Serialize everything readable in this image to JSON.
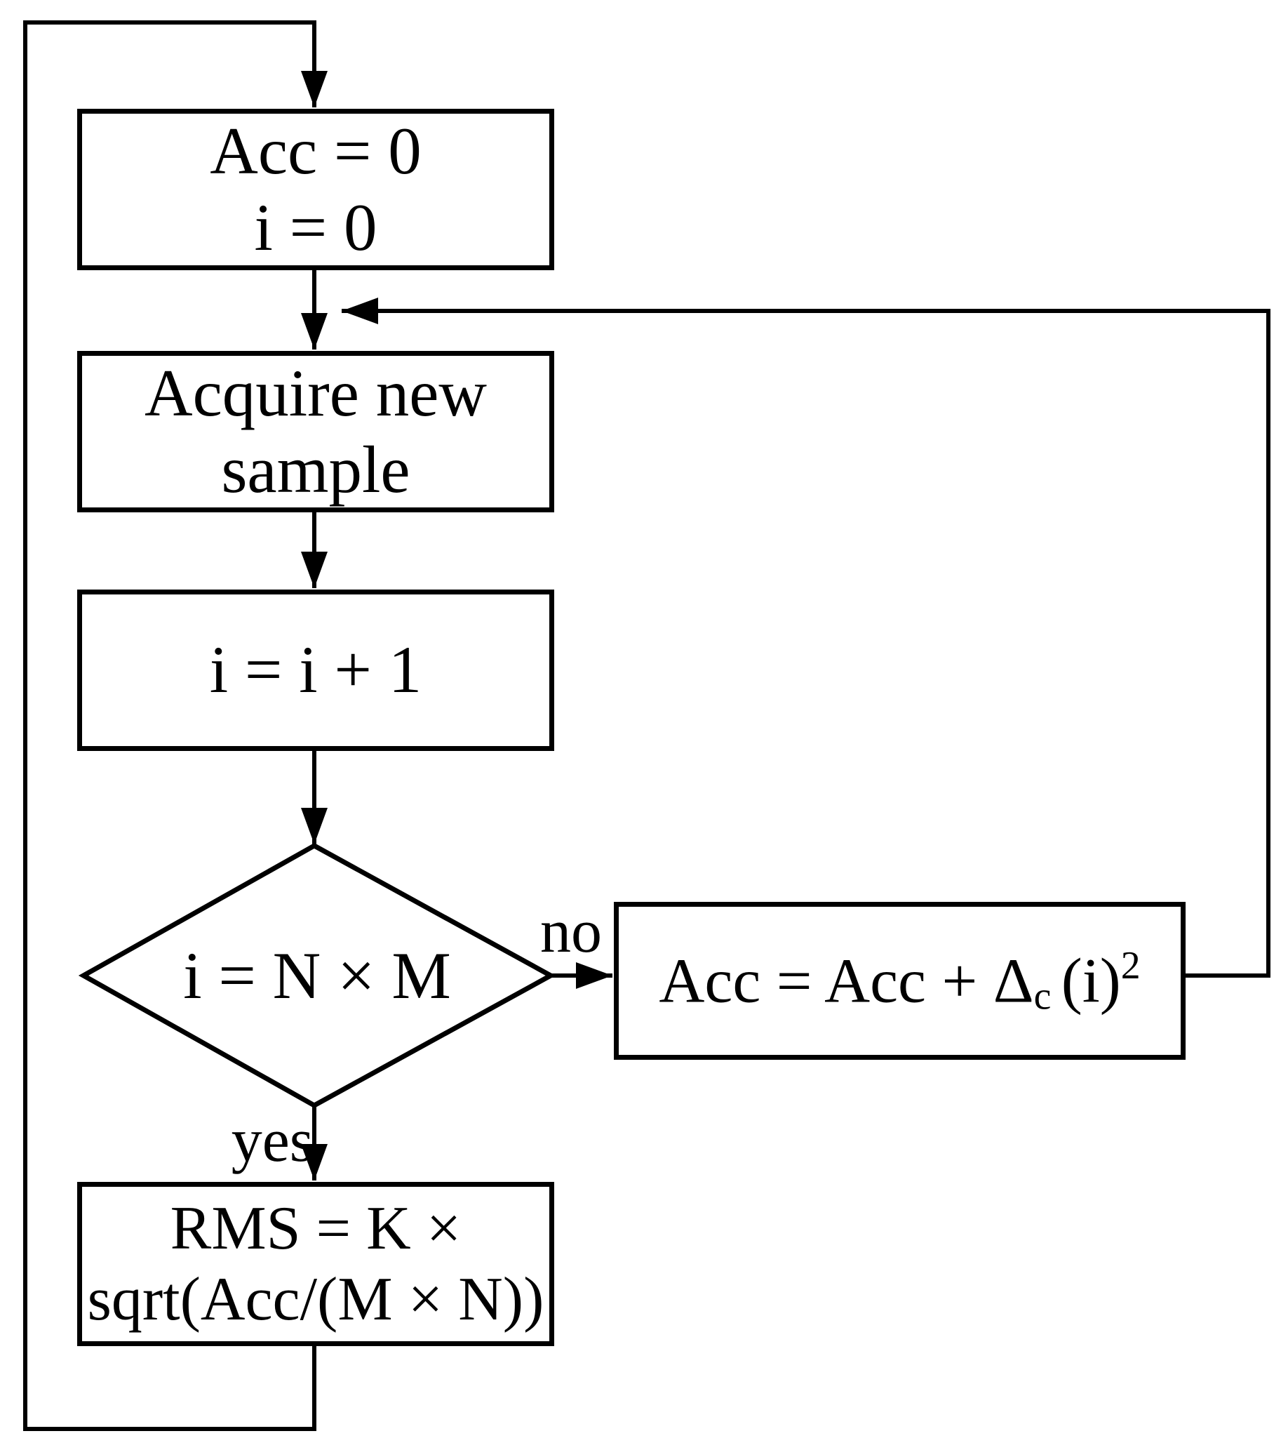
{
  "colors": {
    "background": "#ffffff",
    "line": "#000000"
  },
  "nodes": {
    "init": {
      "line1": "Acc = 0",
      "line2": "i = 0"
    },
    "acquire": {
      "line1": "Acquire new",
      "line2": "sample"
    },
    "increment": {
      "label": "i = i + 1"
    },
    "decision": {
      "label": "i = N × M"
    },
    "accumulate": {
      "prefix": "Acc = Acc + Δ",
      "sub": "c",
      "mid": "(i)",
      "sup": "2"
    },
    "rms": {
      "line1": "RMS = K ×",
      "line2": "sqrt(Acc/(M × N))"
    }
  },
  "edge_labels": {
    "no": "no",
    "yes": "yes"
  }
}
